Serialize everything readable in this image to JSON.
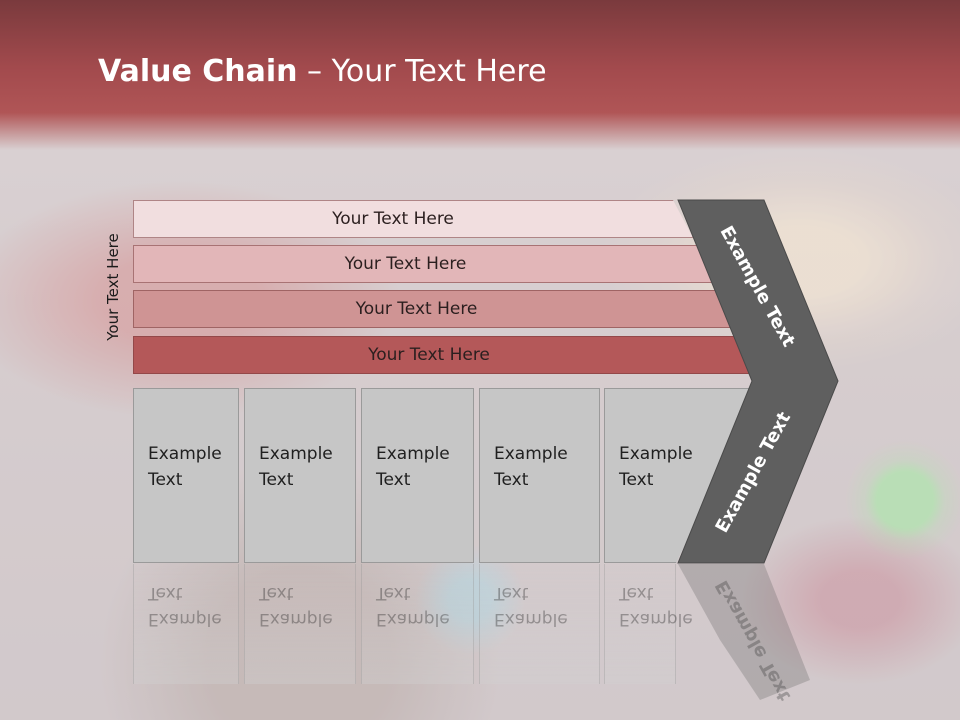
{
  "slide": {
    "title_bold": "Value Chain",
    "title_rest": " – Your Text Here",
    "side_label": "Your Text Here",
    "bars": [
      "Your Text Here",
      "Your Text Here",
      "Your Text Here",
      "Your Text Here"
    ],
    "columns": [
      {
        "line1": "Example",
        "line2": "Text"
      },
      {
        "line1": "Example",
        "line2": "Text"
      },
      {
        "line1": "Example",
        "line2": "Text"
      },
      {
        "line1": "Example",
        "line2": "Text"
      },
      {
        "line1": "Example",
        "line2": "Text"
      }
    ],
    "chevron_top": "Example Text",
    "chevron_bottom": "Example Text"
  },
  "colors": {
    "header": "#b05556",
    "bar1": "#f1dedf",
    "bar2": "#e2b6b8",
    "bar3": "#cf9494",
    "bar4": "#b45859",
    "column": "#c6c6c6",
    "chevron": "#5f5f5f"
  }
}
